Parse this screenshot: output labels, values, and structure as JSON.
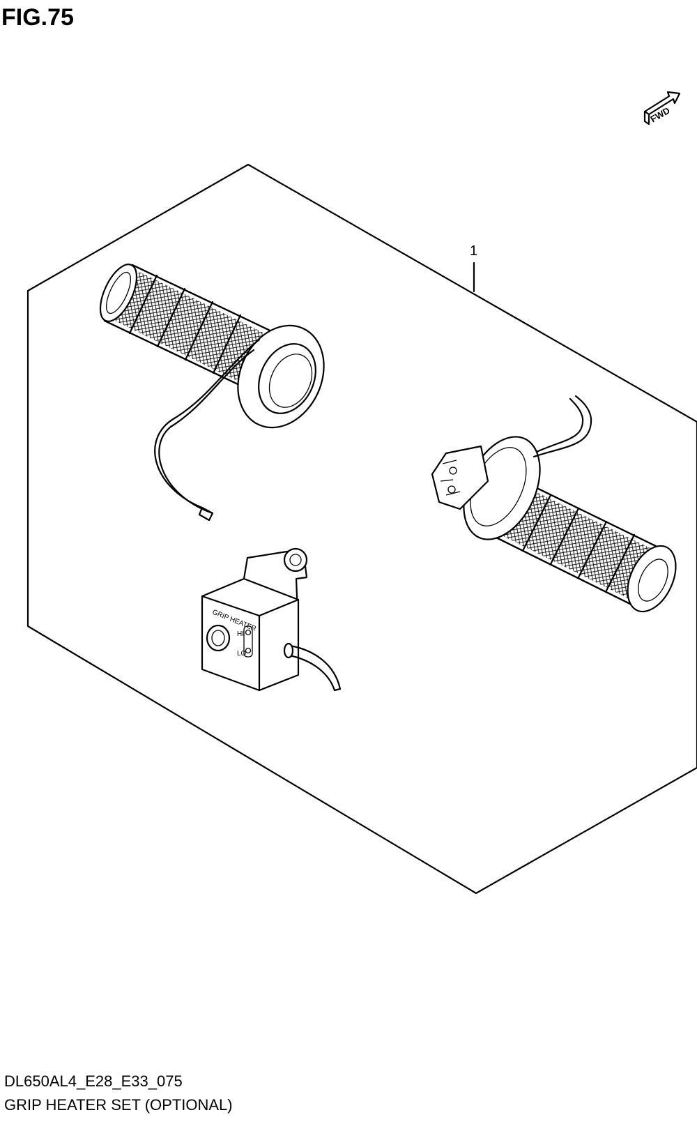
{
  "figure": {
    "title": "FIG.75"
  },
  "fwd_badge": {
    "label": "FWD"
  },
  "callouts": [
    {
      "label": "1"
    }
  ],
  "switch_panel": {
    "title": "GRIP HEATER",
    "hi_label": "HI",
    "lo_label": "LO"
  },
  "footer": {
    "code": "DL650AL4_E28_E33_075",
    "description": "GRIP HEATER SET (OPTIONAL)"
  }
}
